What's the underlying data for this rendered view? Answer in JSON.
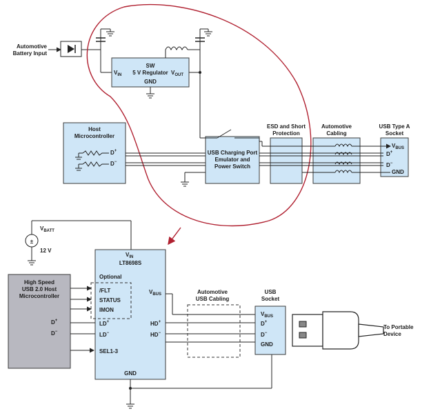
{
  "top": {
    "battery_input": [
      "Automotive",
      "Battery Input"
    ],
    "regulator": {
      "line1": "SW",
      "line2": "5 V Regulator",
      "gnd": "GND",
      "vin": "V",
      "vin_sub": "IN",
      "vout": "V",
      "vout_sub": "OUT"
    },
    "host_micro": [
      "Host",
      "Microcontroller"
    ],
    "dplus": "D",
    "dplus_sup": "+",
    "dminus": "D",
    "dminus_sup": "−",
    "charging_port": [
      "USB Charging Port",
      "Emulator and",
      "Power Switch"
    ],
    "esd": [
      "ESD and Short",
      "Protection"
    ],
    "auto_cabling": [
      "Automotive",
      "Cabling"
    ],
    "usb_a": [
      "USB Type A",
      "Socket"
    ],
    "vbus": "V",
    "vbus_sub": "BUS",
    "gnd": "GND"
  },
  "bottom": {
    "vbatt": "V",
    "vbatt_sub": "BATT",
    "battery_symbol": "±",
    "v12": "12 V",
    "host": [
      "High Speed",
      "USB 2.0 Host",
      "Microcontroller"
    ],
    "host_dplus": "D",
    "host_dminus": "D",
    "chip": "LT8698S",
    "vin": "V",
    "vin_sub": "IN",
    "optional": "Optional",
    "flt": "/FLT",
    "status": "STATUS",
    "imon": "IMON",
    "vbus": "V",
    "vbus_sub": "BUS",
    "ld_plus": "LD",
    "ld_minus": "LD",
    "hd_plus": "HD",
    "hd_minus": "HD",
    "sel": "SEL1-3",
    "gnd": "GND",
    "cabling": [
      "Automotive",
      "USB Cabling"
    ],
    "socket": [
      "USB",
      "Socket"
    ],
    "socket_vbus": "V",
    "socket_vbus_sub": "BUS",
    "socket_dplus": "D",
    "socket_dminus": "D",
    "socket_gnd": "GND",
    "portable": [
      "To Portable",
      "Device"
    ]
  }
}
